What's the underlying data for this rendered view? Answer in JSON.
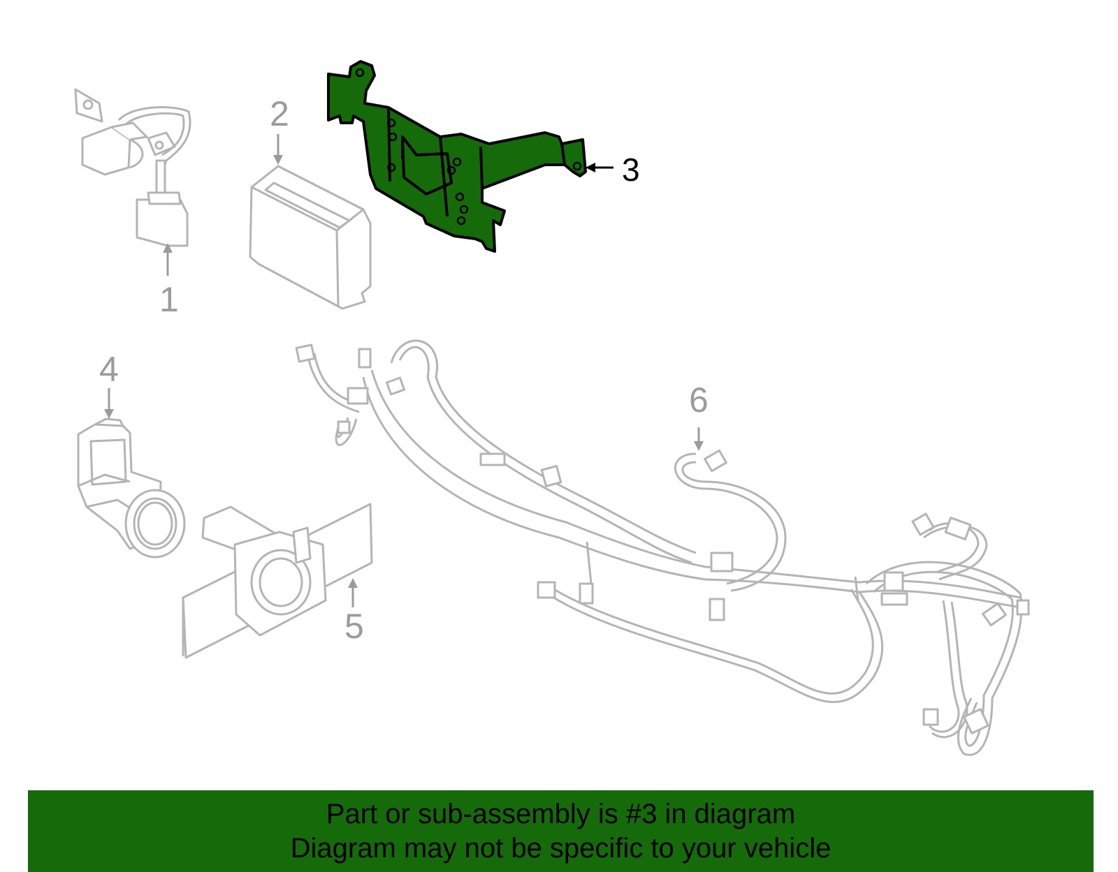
{
  "callouts": [
    {
      "num": "1",
      "name": "parking-camera"
    },
    {
      "num": "2",
      "name": "control-module"
    },
    {
      "num": "3",
      "name": "mounting-bracket",
      "highlighted": true
    },
    {
      "num": "4",
      "name": "parking-sensor"
    },
    {
      "num": "5",
      "name": "sensor-retainer"
    },
    {
      "num": "6",
      "name": "wiring-harness"
    }
  ],
  "banner": {
    "line1": "Part or sub-assembly is #3 in diagram",
    "line2": "Diagram may not be specific to your vehicle"
  },
  "colors": {
    "highlight": "#156b0a",
    "outline": "#b4b4b4",
    "text_active": "#000000",
    "text_inactive": "#9b9b9b"
  }
}
